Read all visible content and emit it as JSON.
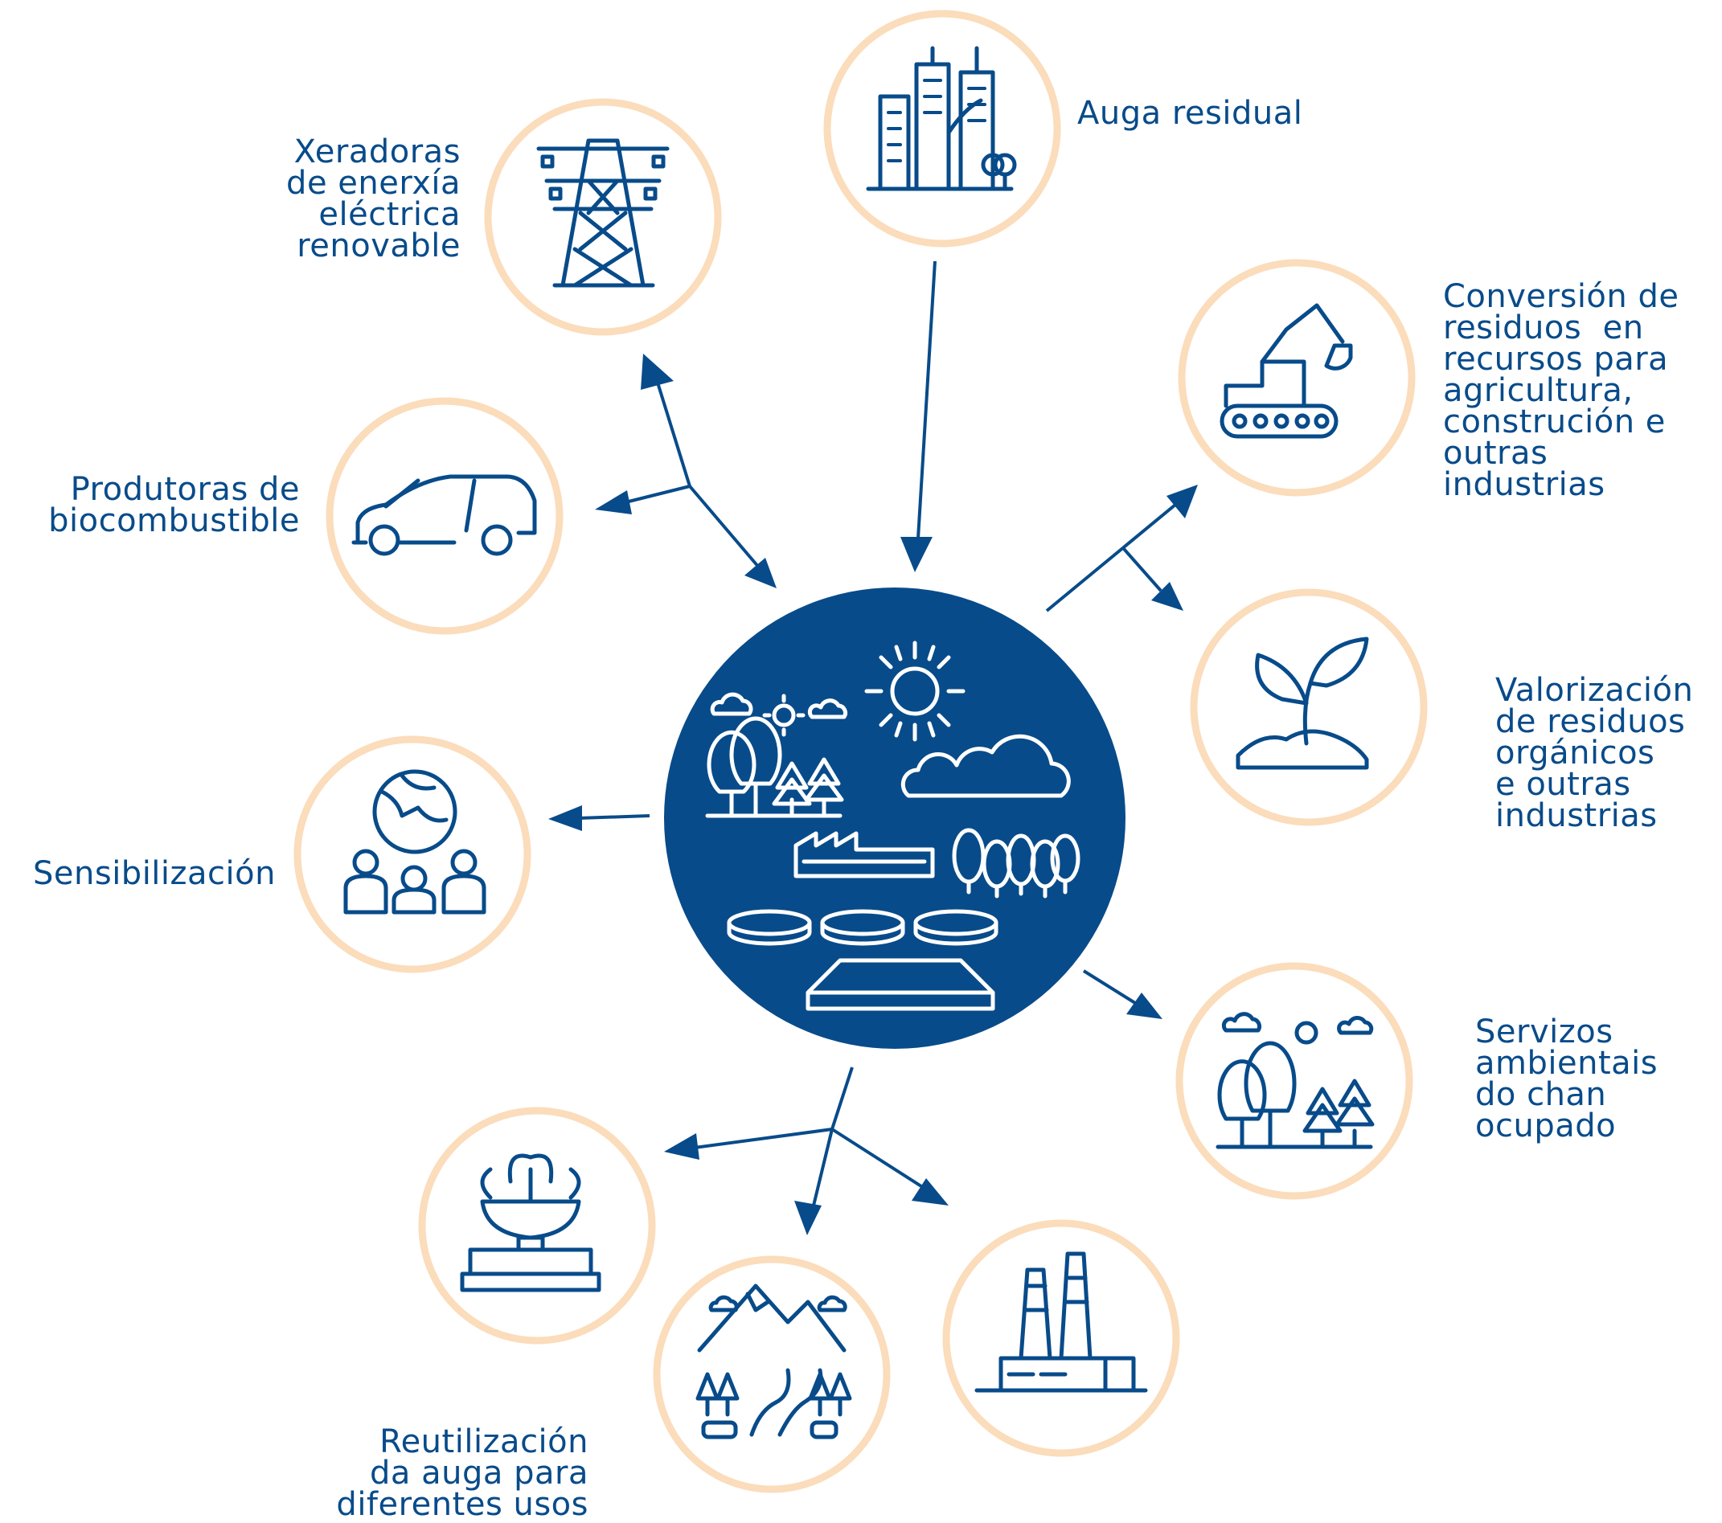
{
  "colors": {
    "primary": "#084b8a",
    "ring": "#fbdcbb",
    "background": "#ffffff"
  },
  "hub": {
    "icon": "wastewater-treatment-landscape-icon"
  },
  "nodes": [
    {
      "key": "auga_residual",
      "label": "Auga residual",
      "icon": "city-buildings-icon"
    },
    {
      "key": "xeradoras",
      "label": "Xeradoras\nde enerxía\neléctrica\nrenovable",
      "icon": "power-tower-icon"
    },
    {
      "key": "produtoras",
      "label": "Produtoras de\nbiocombustible",
      "icon": "car-icon"
    },
    {
      "key": "sensibilizacion",
      "label": "Sensibilización",
      "icon": "people-globe-icon"
    },
    {
      "key": "conversion",
      "label": "Conversión de\nresiduos  en\nrecursos para\nagricultura,\nconstrución e\noutras\nindustrias",
      "icon": "excavator-icon"
    },
    {
      "key": "valorizacion",
      "label": "Valorización\nde residuos\norgánicos\ne outras\nindustrias",
      "icon": "plant-sprout-icon"
    },
    {
      "key": "servizos",
      "label": "Servizos\nambientais\ndo chan\nocupado",
      "icon": "forest-landscape-icon"
    },
    {
      "key": "reutilizacion",
      "label": "Reutilización\nda auga para\ndiferentes usos",
      "icon": "fountain-icon"
    },
    {
      "key": "river",
      "label": "",
      "icon": "mountain-river-icon"
    },
    {
      "key": "factory",
      "label": "",
      "icon": "factory-icon"
    }
  ]
}
